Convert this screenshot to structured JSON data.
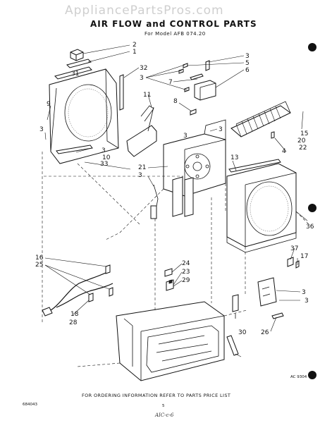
{
  "watermark": "AppliancePartsPros.com",
  "title": "AIR FLOW and CONTROL PARTS",
  "subtitle": "For Model AFB 074.20",
  "drawing_code": "AC 9304",
  "footer": "FOR ORDERING INFORMATION REFER TO PARTS PRICE LIST",
  "page_number": "5",
  "doc_code": "684043",
  "handwritten_note": "AIC-c-6",
  "callouts": [
    {
      "id": "c2",
      "text": "2"
    },
    {
      "id": "c1",
      "text": "1"
    },
    {
      "id": "c3a",
      "text": "3"
    },
    {
      "id": "c5",
      "text": "5"
    },
    {
      "id": "c6",
      "text": "6"
    },
    {
      "id": "c32",
      "text": "32"
    },
    {
      "id": "c31",
      "text": "31"
    },
    {
      "id": "c3b",
      "text": "3"
    },
    {
      "id": "c7",
      "text": "7"
    },
    {
      "id": "c11",
      "text": "11"
    },
    {
      "id": "c8",
      "text": "8"
    },
    {
      "id": "c9",
      "text": "9"
    },
    {
      "id": "c3c",
      "text": "3"
    },
    {
      "id": "c3d",
      "text": "3"
    },
    {
      "id": "c3e",
      "text": "3"
    },
    {
      "id": "c15",
      "text": "15"
    },
    {
      "id": "c20",
      "text": "20"
    },
    {
      "id": "c22",
      "text": "22"
    },
    {
      "id": "c4",
      "text": "4"
    },
    {
      "id": "c3f",
      "text": "3"
    },
    {
      "id": "c10",
      "text": "10"
    },
    {
      "id": "c33",
      "text": "33"
    },
    {
      "id": "c13",
      "text": "13"
    },
    {
      "id": "c21",
      "text": "21"
    },
    {
      "id": "c3g",
      "text": "3"
    },
    {
      "id": "c36",
      "text": "36"
    },
    {
      "id": "c37",
      "text": "37"
    },
    {
      "id": "c17",
      "text": "17"
    },
    {
      "id": "c16",
      "text": "16"
    },
    {
      "id": "c25",
      "text": "25"
    },
    {
      "id": "c24",
      "text": "24"
    },
    {
      "id": "c23",
      "text": "23"
    },
    {
      "id": "c29",
      "text": "29"
    },
    {
      "id": "c3h",
      "text": "3"
    },
    {
      "id": "c3i",
      "text": "3"
    },
    {
      "id": "c18",
      "text": "18"
    },
    {
      "id": "c28",
      "text": "28"
    },
    {
      "id": "c30",
      "text": "30"
    },
    {
      "id": "c26",
      "text": "26"
    }
  ]
}
